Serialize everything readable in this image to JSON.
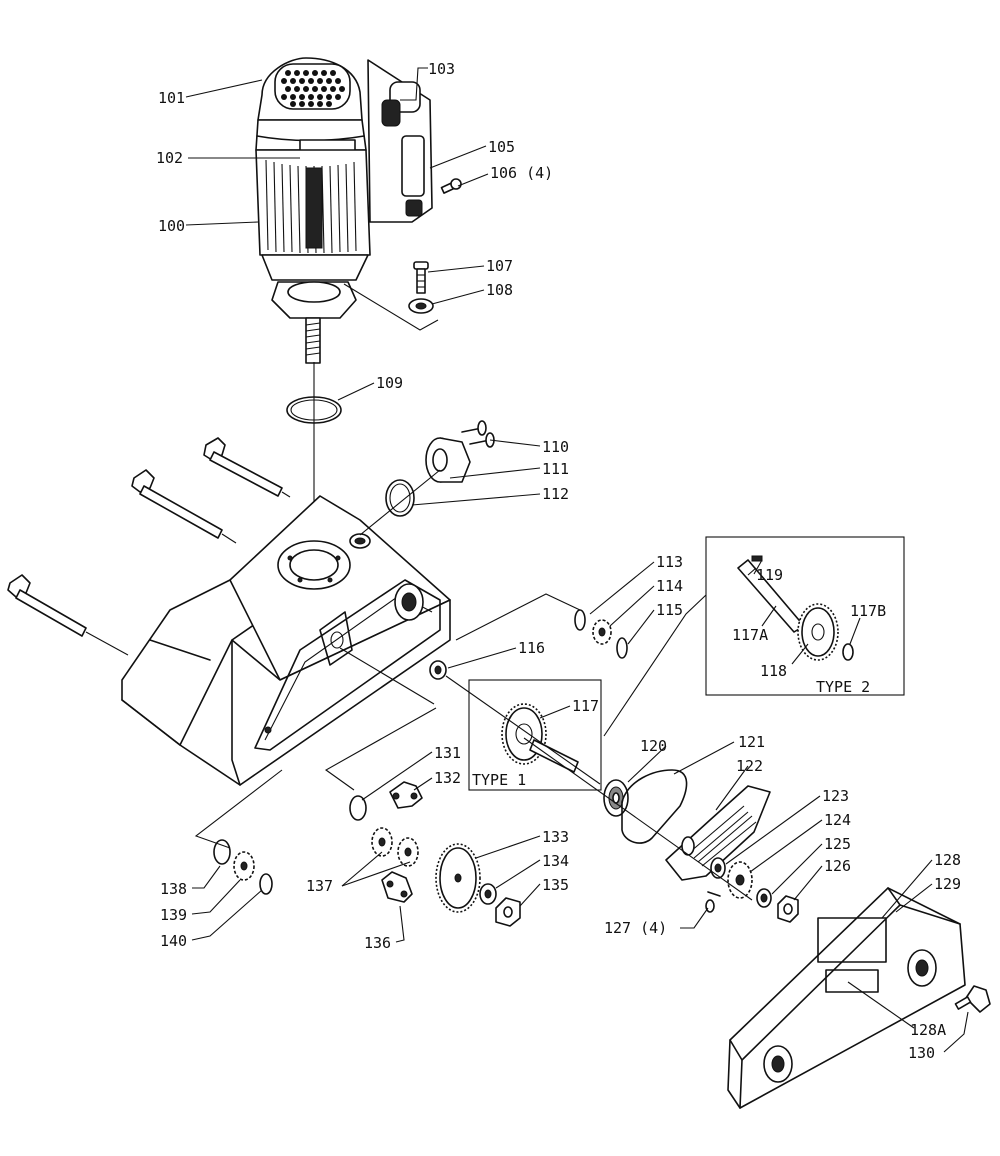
{
  "diagram": {
    "labels": {
      "p100": "100",
      "p101": "101",
      "p102": "102",
      "p103": "103",
      "p105": "105",
      "p106": "106 (4)",
      "p107": "107",
      "p108": "108",
      "p109": "109",
      "p110": "110",
      "p111": "111",
      "p112": "112",
      "p113": "113",
      "p114": "114",
      "p115": "115",
      "p116": "116",
      "p117": "117",
      "p117a": "117A",
      "p117b": "117B",
      "p118": "118",
      "p119": "119",
      "p120": "120",
      "p121": "121",
      "p122": "122",
      "p123": "123",
      "p124": "124",
      "p125": "125",
      "p126": "126",
      "p127": "127 (4)",
      "p128": "128",
      "p128a": "128A",
      "p129": "129",
      "p130": "130",
      "p131": "131",
      "p132": "132",
      "p133": "133",
      "p134": "134",
      "p135": "135",
      "p136": "136",
      "p137": "137",
      "p138": "138",
      "p139": "139",
      "p140": "140"
    },
    "type1": "TYPE 1",
    "type2": "TYPE 2"
  }
}
